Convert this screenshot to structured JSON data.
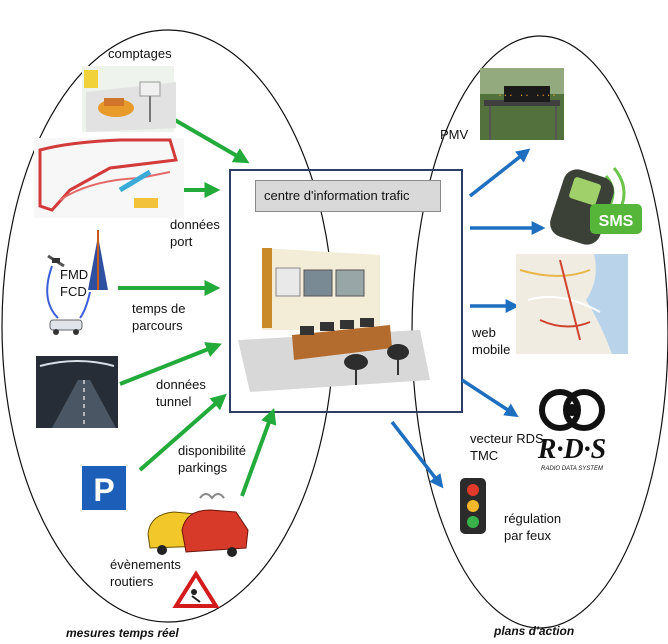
{
  "inputs": {
    "comptages": "comptages",
    "donnees_port": "données\nport",
    "fmd_fcd": "FMD\nFCD",
    "temps_parcours": "temps de\nparcours",
    "donnees_tunnel": "données\ntunnel",
    "parkings": "disponibilité\nparkings",
    "evenements": "évènements\nroutiers"
  },
  "center": {
    "title": "centre d'information trafic"
  },
  "outputs": {
    "pmv": "PMV",
    "web_mobile": "web\nmobile",
    "rds": "vecteur  RDS\nTMC",
    "regulation": "régulation\npar feux",
    "sms_text": "SMS",
    "rds_logo_text": "R·D·S",
    "rds_logo_sub": "RADIO DATA SYSTEM",
    "pmv_sign_text": "··· ·· ····"
  },
  "captions": {
    "left": "mesures temps réel",
    "right": "plans d'action"
  },
  "colors": {
    "input_arrows": "#22aa3a",
    "output_arrows": "#1f6fc0",
    "hub_border": "#2c3e63",
    "ellipse": "#111111",
    "parking": "#1d5fb8"
  }
}
